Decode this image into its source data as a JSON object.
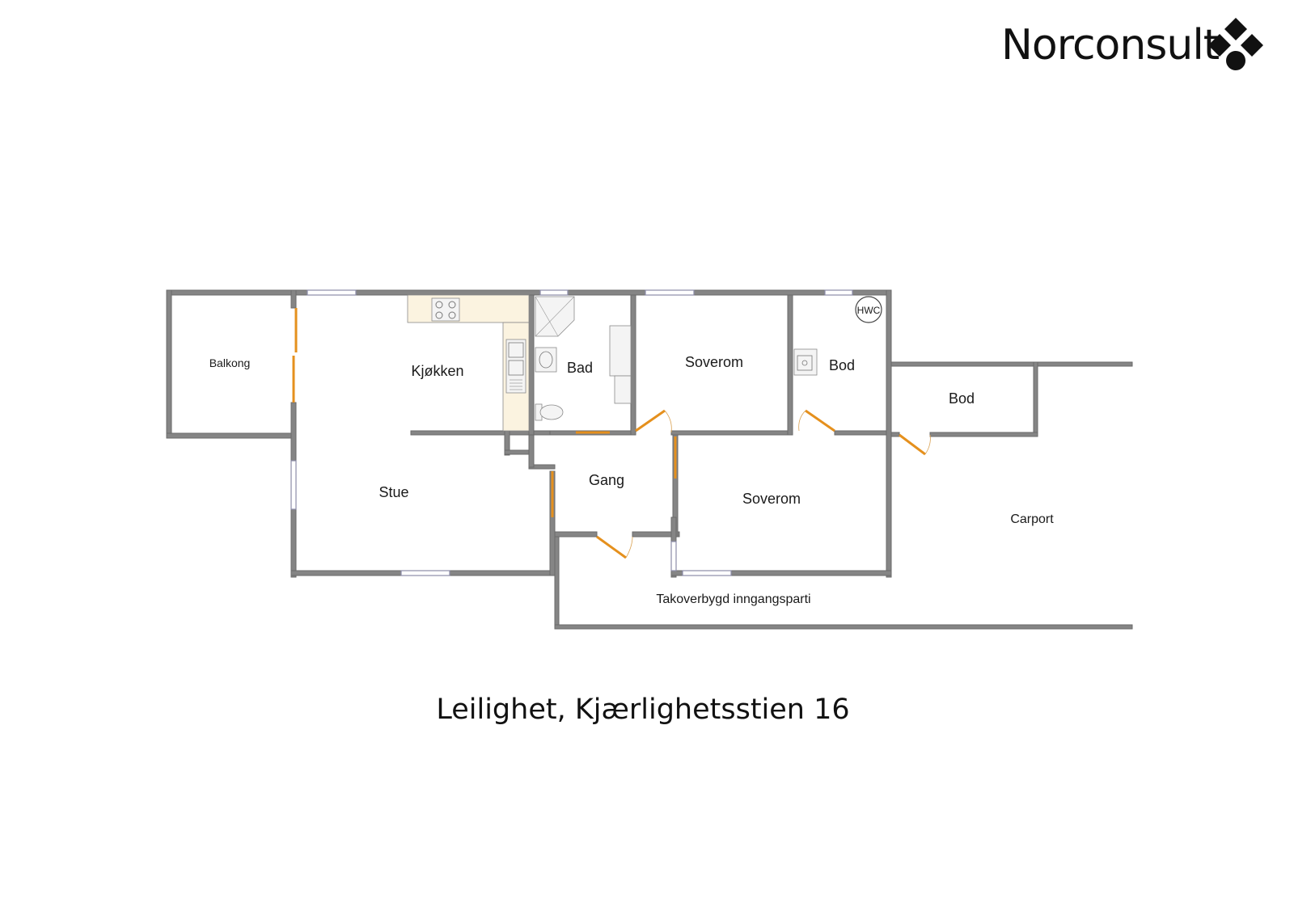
{
  "brand": {
    "name": "Norconsult"
  },
  "plan": {
    "title": "Leilighet, Kjærlighetsstien 16",
    "rooms": {
      "balkong": "Balkong",
      "kjokken": "Kjøkken",
      "bad": "Bad",
      "soverom_1": "Soverom",
      "bod_1": "Bod",
      "bod_2": "Bod",
      "stue": "Stue",
      "gang": "Gang",
      "soverom_2": "Soverom",
      "carport": "Carport",
      "inngang": "Takoverbygd inngangsparti"
    },
    "hwc_label": "HWC"
  },
  "colors": {
    "wall": "#858585",
    "door": "#e5901d",
    "window": "#8c8ca8",
    "counter": "#fbf3e0"
  }
}
